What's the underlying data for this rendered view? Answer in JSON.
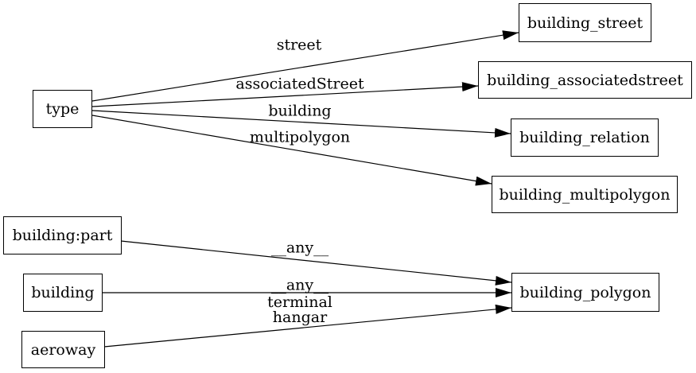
{
  "diagram": {
    "kind": "directed-graph",
    "background_color": "#ffffff",
    "line_color": "#000000",
    "text_color": "#000000",
    "nodes": {
      "type": {
        "label": "type"
      },
      "building_street": {
        "label": "building_street"
      },
      "building_associatedstreet": {
        "label": "building_associatedstreet"
      },
      "building_relation": {
        "label": "building_relation"
      },
      "building_multipolygon": {
        "label": "building_multipolygon"
      },
      "building_part": {
        "label": "building:part"
      },
      "building": {
        "label": "building"
      },
      "aeroway": {
        "label": "aeroway"
      },
      "building_polygon": {
        "label": "building_polygon"
      }
    },
    "edges": [
      {
        "from": "type",
        "to": "building_street",
        "label": "street"
      },
      {
        "from": "type",
        "to": "building_associatedstreet",
        "label": "associatedStreet"
      },
      {
        "from": "type",
        "to": "building_relation",
        "label": "building"
      },
      {
        "from": "type",
        "to": "building_multipolygon",
        "label": "multipolygon"
      },
      {
        "from": "building:part",
        "to": "building_polygon",
        "label": "__any__"
      },
      {
        "from": "building",
        "to": "building_polygon",
        "label": "__any__"
      },
      {
        "from": "aeroway",
        "to": "building_polygon",
        "label": "terminal hangar",
        "label_lines": [
          "terminal",
          "hangar"
        ]
      }
    ]
  }
}
